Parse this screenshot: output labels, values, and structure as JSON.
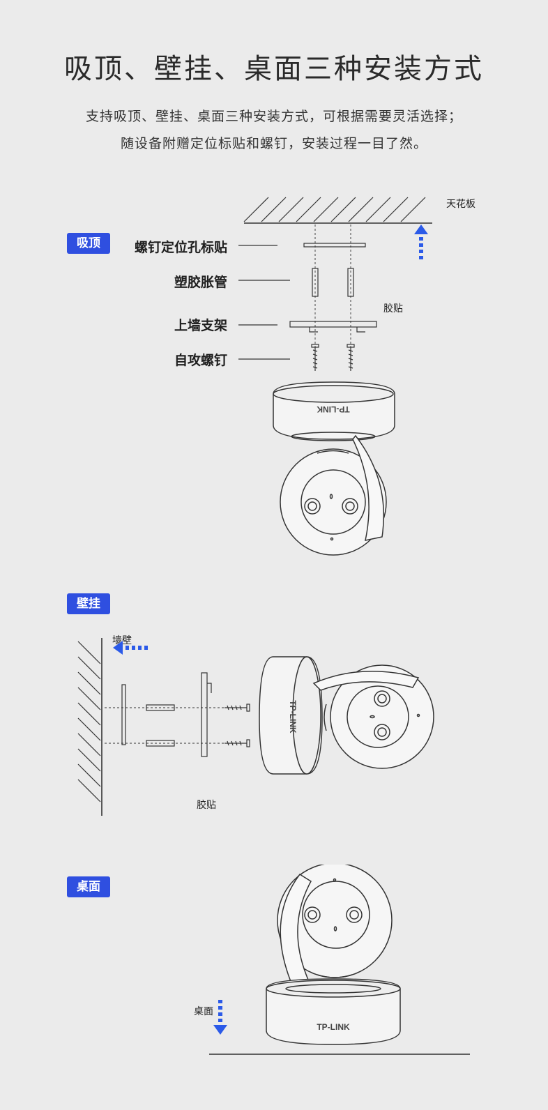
{
  "header": {
    "title": "吸顶、壁挂、桌面三种安装方式",
    "subtitle_line1": "支持吸顶、壁挂、桌面三种安装方式，可根据需要灵活选择；",
    "subtitle_line2": "随设备附赠定位标贴和螺钉，安装过程一目了然。"
  },
  "ceiling": {
    "badge": "吸顶",
    "ceiling_label": "天花板",
    "adhesive_label": "胶贴",
    "parts": [
      "螺钉定位孔标贴",
      "塑胶胀管",
      "上墙支架",
      "自攻螺钉"
    ],
    "brand": "TP-LINK"
  },
  "wall": {
    "badge": "壁挂",
    "wall_label": "墙壁",
    "adhesive_label": "胶贴",
    "brand": "TP-LINK"
  },
  "desk": {
    "badge": "桌面",
    "desk_label": "桌面",
    "brand": "TP-LINK"
  },
  "colors": {
    "accent": "#2f4fe0",
    "arrow": "#2b5ae8",
    "line": "#333333"
  }
}
